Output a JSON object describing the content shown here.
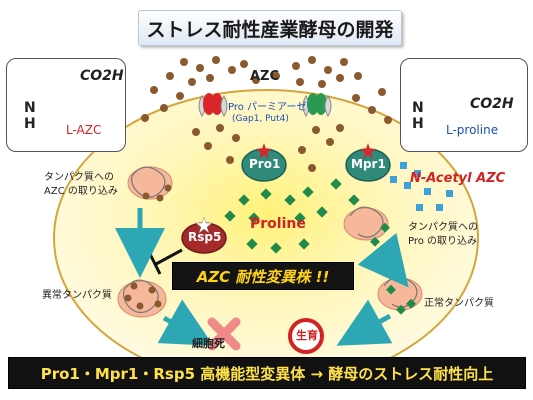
{
  "title": "ストレス耐性産業酵母の開発",
  "left_molecule": {
    "label": "L-AZC",
    "formula": "CO2H",
    "n": "N",
    "h": "H"
  },
  "right_molecule": {
    "label": "L-proline",
    "formula": "CO2H",
    "n": "N",
    "h": "H"
  },
  "azc_label": "AZC",
  "permease_label": "Pro パーミアーゼ",
  "permease_sub": "(Gap1, Put4)",
  "protein_pro1": "Pro1",
  "protein_mpr1": "Mpr1",
  "protein_rsp5": "Rsp5",
  "proline_label": "Proline",
  "n_acetyl_label": "N-Acetyl AZC",
  "uptake_azc_line1": "タンパク質への",
  "uptake_azc_line2": "AZC の取り込み",
  "uptake_pro_line1": "タンパク質への",
  "uptake_pro_line2": "Pro の取り込み",
  "abnormal_protein": "異常タンパク質",
  "normal_protein": "正常タンパク質",
  "cell_death": "細胞死",
  "growth": "生育",
  "azc_resistant": "AZC 耐性変異株 !!",
  "bottom_banner": "Pro1・Mpr1・Rsp5 高機能型変異体 → 酵母のストレス耐性向上",
  "colors": {
    "cell_fill": "#fff9cc",
    "cell_border": "#d4a63a",
    "arrow": "#2ca7b3",
    "azc_dot": "#8a5a2e",
    "proline_diamond": "#1f8a4a",
    "n_acetyl_square": "#3ea0d9",
    "protein_fill": "#2f8a7a",
    "rsp5_fill": "#a52a2a",
    "red_text": "#d42222",
    "blue_text": "#1a4fb4",
    "banner_text": "#ffd21a"
  }
}
